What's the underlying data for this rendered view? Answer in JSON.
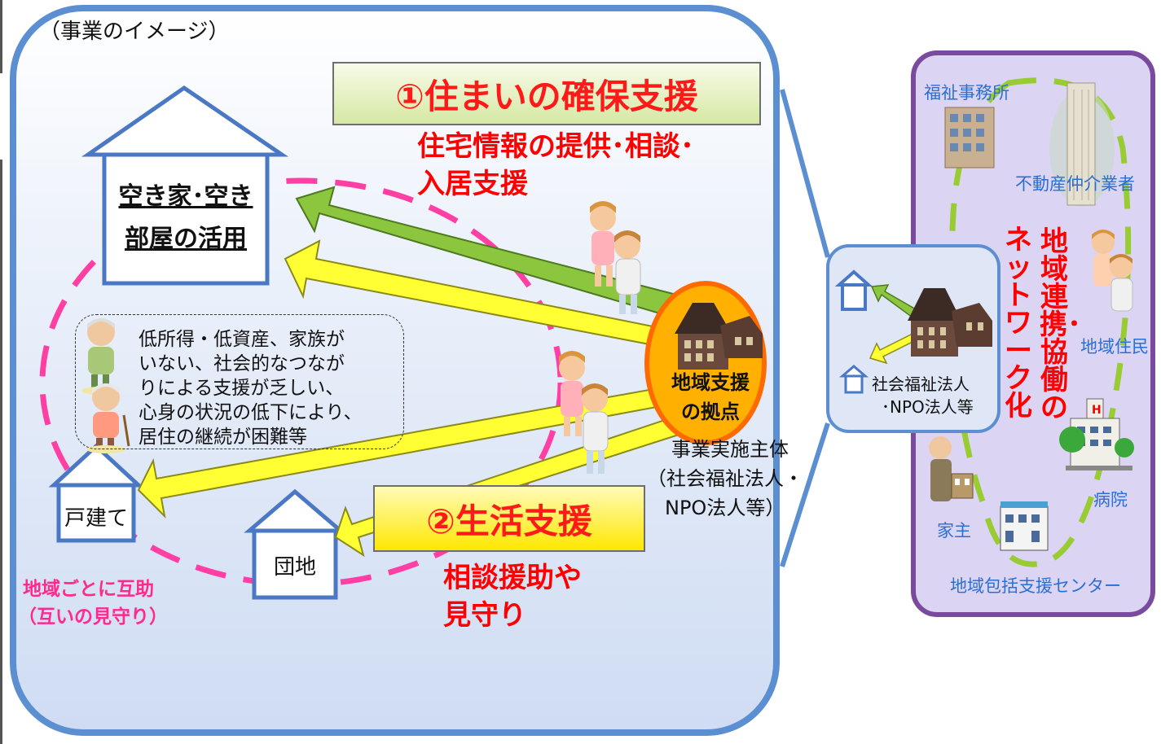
{
  "main": {
    "caption": "（事業のイメージ）",
    "housing_support_title": "①住まいの確保支援",
    "housing_support_desc": [
      "住宅情報の提供･相談･",
      "入居支援"
    ],
    "life_support_title": "②生活支援",
    "life_support_desc": [
      "相談援助や",
      "見守り"
    ],
    "vacant_house_label": [
      "空き家･空き",
      "部屋の活用"
    ],
    "detached_label": "戸建て",
    "apartment_label": "団地",
    "target_info": [
      "低所得・低資産、家族が",
      "いない、社会的なつなが",
      "りによる支援が乏しい、",
      "心身の状況の低下により、",
      "居住の継続が困難等"
    ],
    "mutual_aid": [
      "地域ごとに互助",
      "（互いの見守り）"
    ],
    "hub_label": [
      "地域支援",
      "の拠点"
    ],
    "operator_label": [
      "事業実施主体",
      "（社会福祉法人・",
      "NPO法人等）"
    ]
  },
  "mid": {
    "label": [
      "社会福祉法人",
      "･NPO法人等"
    ]
  },
  "network": {
    "welfare_office": "福祉事務所",
    "realtor": "不動産仲介業者",
    "residents": "地域住民",
    "hospital": "病院",
    "landlord": "家主",
    "support_center": "地域包括支援センター",
    "vertical_col1": "ネットワーク化",
    "vertical_col2": "地域連携･協働の"
  },
  "colors": {
    "panel_border": "#5b8fd1",
    "network_border": "#7a4a9e",
    "accent_red": "#ff0000",
    "green_arrow": "#8cc63f",
    "yellow_arrow": "#ffff33",
    "pink_dash": "#ff3fa4",
    "network_dash": "#99cc33"
  },
  "icons": [
    "house-outline-icon",
    "brick-building-icon",
    "caregiver-person-icon",
    "elderly-person-icon",
    "office-building-icon",
    "tower-building-icon",
    "hospital-icon",
    "clinic-building-icon",
    "landlord-person-icon"
  ]
}
